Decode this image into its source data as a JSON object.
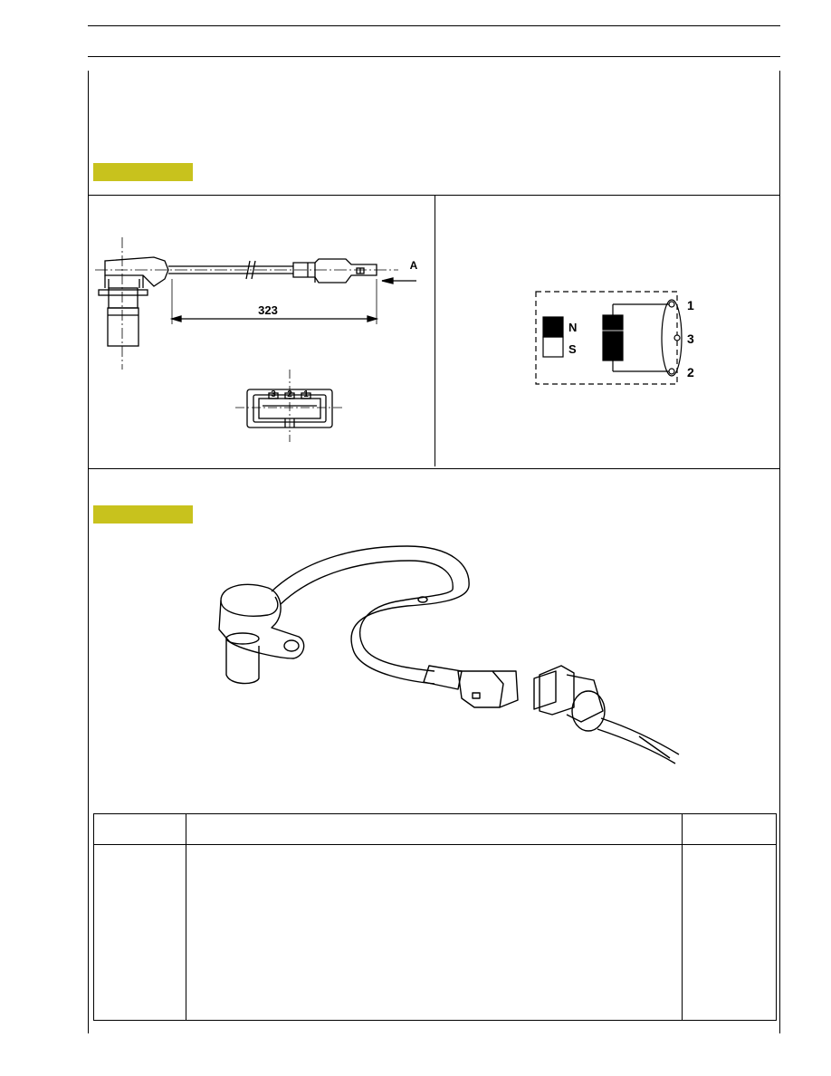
{
  "figure1": {
    "dimension_label": "323",
    "view_arrow_label": "A",
    "connector_pin_labels": [
      "3",
      "2",
      "1"
    ]
  },
  "figure2": {
    "pole_north": "N",
    "pole_south": "S",
    "pin_labels": [
      "1",
      "3",
      "2"
    ]
  },
  "table": {
    "headers": [
      "",
      "",
      ""
    ],
    "rows": [
      [
        "",
        "",
        ""
      ]
    ]
  },
  "colors": {
    "section_tag": "#c8c21d"
  }
}
